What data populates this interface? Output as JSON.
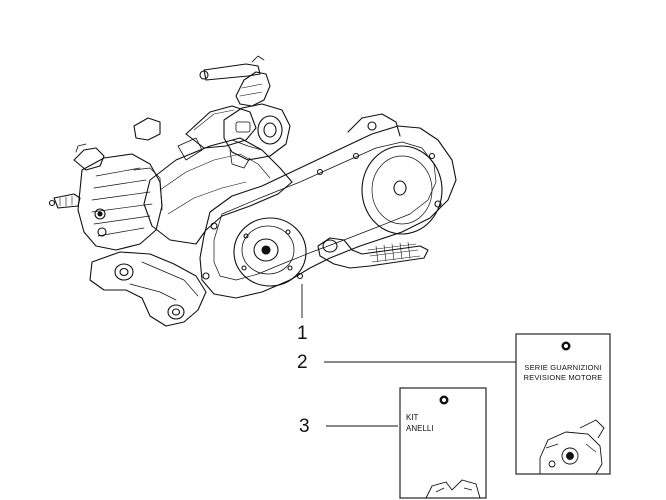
{
  "diagram": {
    "callouts": [
      {
        "number": "1"
      },
      {
        "number": "2"
      },
      {
        "number": "3"
      }
    ],
    "gasket_kit": {
      "line1": "SERIE GUARNIZIONI",
      "line2": "REVISIONE MOTORE"
    },
    "ring_kit": {
      "line1": "KIT",
      "line2": "ANELLI"
    },
    "colors": {
      "ink": "#111111",
      "paper": "#ffffff"
    }
  }
}
